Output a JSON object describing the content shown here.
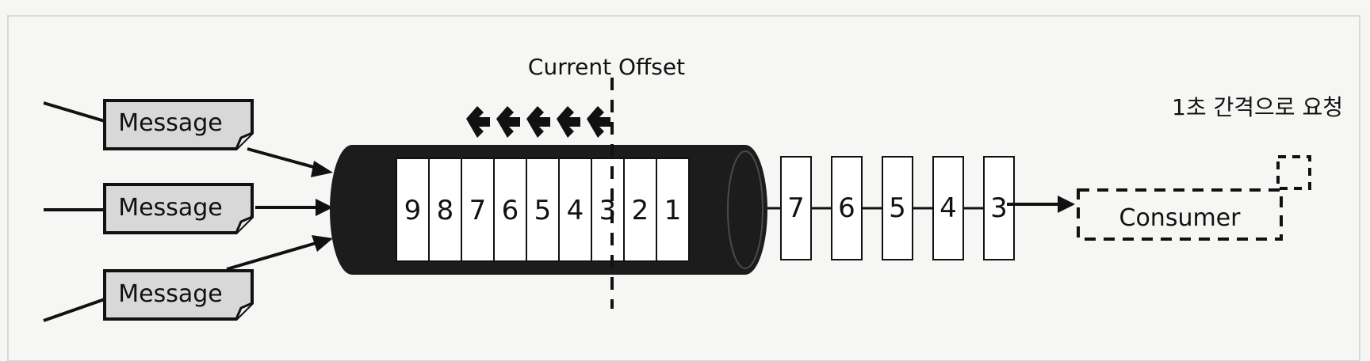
{
  "title": "Current Offset",
  "note": "1초 간격으로 요청",
  "messages": [
    {
      "label": "Message"
    },
    {
      "label": "Message"
    },
    {
      "label": "Message"
    }
  ],
  "queue": {
    "cells": [
      "9",
      "8",
      "7",
      "6",
      "5",
      "4",
      "3",
      "2",
      "1"
    ]
  },
  "delivered": {
    "cells": [
      "7",
      "6",
      "5",
      "4",
      "3"
    ]
  },
  "consumer": {
    "label": "Consumer"
  },
  "colors": {
    "tube": "#1c1c1c",
    "paper": "#f6f6f4",
    "message_fill": "#d8d8d8",
    "ink": "#111111"
  }
}
